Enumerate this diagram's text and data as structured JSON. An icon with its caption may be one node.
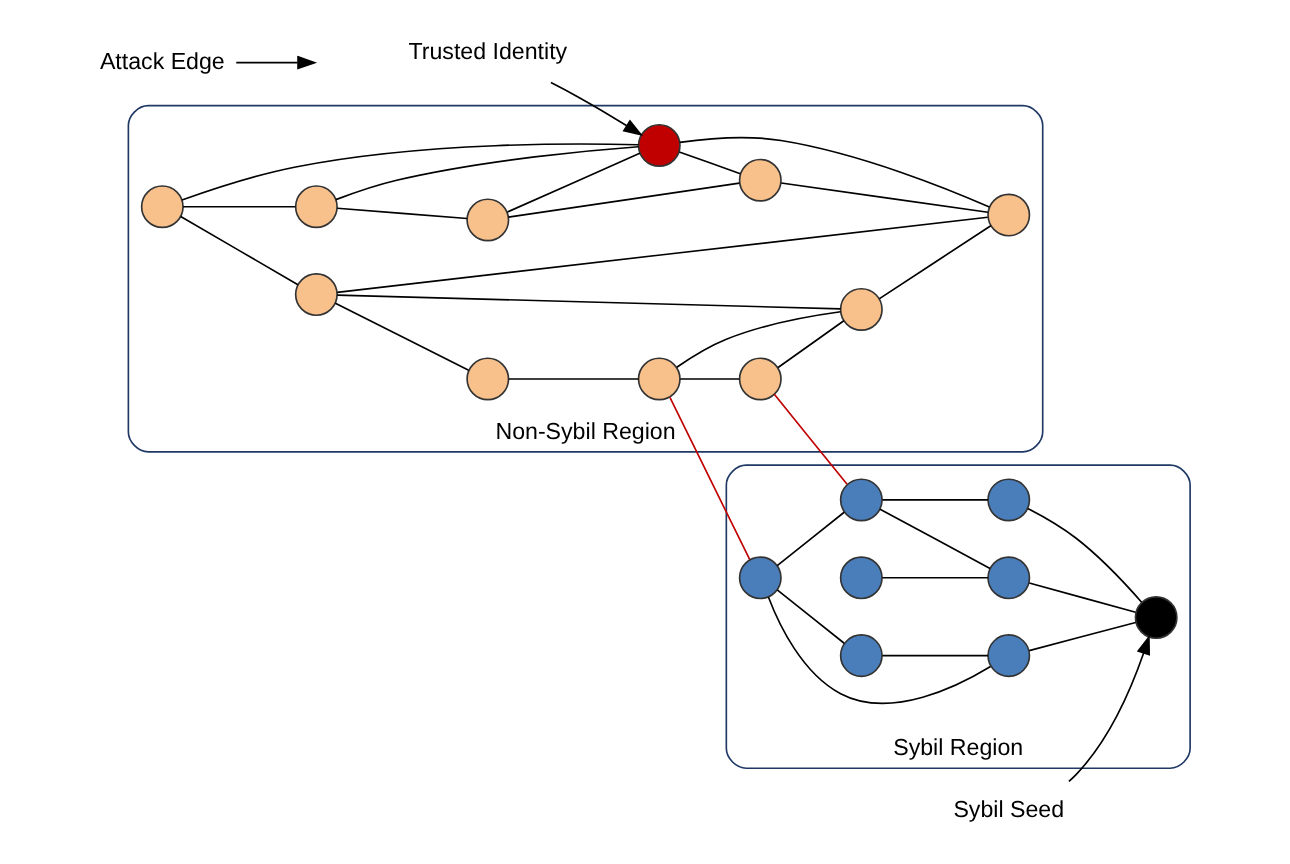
{
  "diagram": {
    "nodes": [
      {
        "text": [
          "Trusted Identity"
        ]
      },
      {
        "text": [
          "Attack Edge"
        ]
      },
      {
        "text": [
          "Sybil Seed"
        ]
      },
      {
        "text": [
          "Non-Sybil Region"
        ]
      },
      {
        "text": [
          "Sybil Region"
        ]
      },
      {
        "text": [],
        "shape": "circle",
        "in": 3
      },
      {
        "text": [],
        "shape": "circle",
        "in": 3
      },
      {
        "text": [],
        "shape": "circle",
        "in": 3
      },
      {
        "text": [],
        "shape": "circle",
        "in": 3
      },
      {
        "text": [],
        "shape": "circle",
        "in": 3
      },
      {
        "text": [],
        "shape": "circle",
        "in": 3
      },
      {
        "text": [],
        "shape": "circle",
        "in": 3
      },
      {
        "text": [],
        "shape": "circle",
        "in": 3
      },
      {
        "text": [],
        "shape": "circle",
        "in": 3
      },
      {
        "text": [],
        "shape": "circle",
        "in": 3
      },
      {
        "text": [],
        "shape": "circle",
        "in": 3
      },
      {
        "text": [],
        "shape": "circle",
        "in": 4
      },
      {
        "text": [],
        "shape": "circle",
        "in": 4
      },
      {
        "text": [],
        "shape": "circle",
        "in": 4
      },
      {
        "text": [],
        "shape": "circle",
        "in": 4
      },
      {
        "text": [],
        "shape": "circle",
        "in": 4
      },
      {
        "text": [],
        "shape": "circle",
        "in": 4
      },
      {
        "text": [],
        "shape": "circle",
        "in": 4
      },
      {
        "text": [],
        "shape": "circle",
        "in": 4
      }
    ],
    "edges": [
      {
        "from": 6,
        "to": 8,
        "arrow": "none"
      },
      {
        "from": 6,
        "to": 10,
        "arrow": "none"
      },
      {
        "from": 6,
        "to": 9,
        "arrow": "none"
      },
      {
        "from": 8,
        "to": 12,
        "arrow": "none"
      },
      {
        "from": 8,
        "to": 10,
        "arrow": "none"
      },
      {
        "from": 12,
        "to": 10,
        "arrow": "none"
      },
      {
        "from": 12,
        "to": 14,
        "arrow": "none"
      },
      {
        "from": 10,
        "to": 14,
        "arrow": "none"
      },
      {
        "from": 10,
        "to": 15,
        "arrow": "none"
      },
      {
        "from": 9,
        "to": 5,
        "arrow": "none"
      },
      {
        "from": 9,
        "to": 15,
        "arrow": "none"
      },
      {
        "from": 9,
        "to": 13,
        "arrow": "none"
      },
      {
        "from": 5,
        "to": 7,
        "arrow": "none"
      },
      {
        "from": 7,
        "to": 13,
        "arrow": "none"
      },
      {
        "from": 7,
        "to": 11,
        "arrow": "none"
      },
      {
        "from": 11,
        "to": 13,
        "arrow": "none"
      },
      {
        "from": 13,
        "to": 15,
        "arrow": "none"
      },
      {
        "from": 14,
        "to": 15,
        "arrow": "none"
      },
      {
        "from": 17,
        "to": 16,
        "arrow": "none"
      },
      {
        "from": 17,
        "to": 18,
        "arrow": "none"
      },
      {
        "from": 18,
        "to": 16,
        "arrow": "none"
      },
      {
        "from": 17,
        "to": 21,
        "arrow": "none"
      },
      {
        "from": 16,
        "to": 20,
        "arrow": "none"
      },
      {
        "from": 21,
        "to": 19,
        "arrow": "none"
      },
      {
        "from": 19,
        "to": 20,
        "arrow": "none"
      },
      {
        "from": 21,
        "to": 22,
        "arrow": "none"
      },
      {
        "from": 23,
        "to": 22,
        "arrow": "none"
      },
      {
        "from": 22,
        "to": 20,
        "arrow": "none"
      },
      {
        "from": 7,
        "to": 17,
        "arrow": "none",
        "color": "#c00000"
      },
      {
        "from": 11,
        "to": 21,
        "arrow": "none",
        "color": "#c00000"
      },
      {
        "from": 0,
        "to": 10,
        "arrow": "to"
      },
      {
        "from": 1,
        "to": null,
        "arrow": "to"
      },
      {
        "from": 2,
        "to": 20,
        "arrow": "to"
      }
    ]
  }
}
